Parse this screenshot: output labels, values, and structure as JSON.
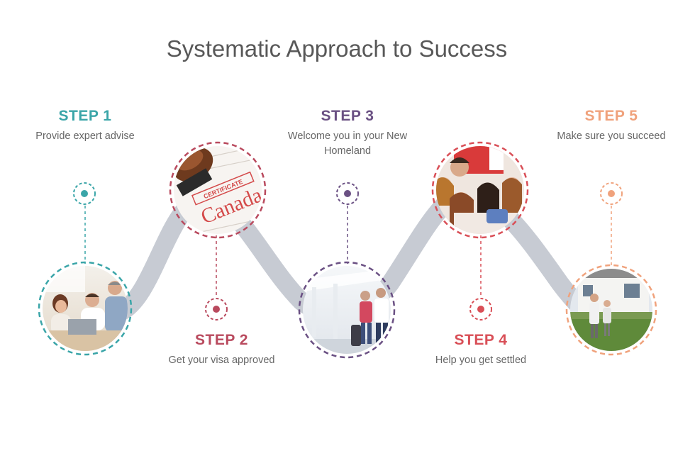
{
  "title": "Systematic Approach to Success",
  "colors": {
    "step1": "#3aa5a8",
    "step2": "#b94a5e",
    "step3": "#6a5083",
    "step4": "#d94f57",
    "step5": "#f0a27c",
    "wave": "#c7cbd3"
  },
  "steps": [
    {
      "label": "STEP 1",
      "desc": "Provide expert advise",
      "photo": "consultation-photo"
    },
    {
      "label": "STEP 2",
      "desc": "Get your visa approved",
      "photo": "visa-stamp-photo",
      "stamp_text": "Canada",
      "stamp_sub": "CERTIFICATE"
    },
    {
      "label": "STEP 3",
      "desc": "Welcome you in your New Homeland",
      "photo": "airport-travel-photo"
    },
    {
      "label": "STEP 4",
      "desc": "Help you get settled",
      "photo": "friends-flag-photo"
    },
    {
      "label": "STEP 5",
      "desc": "Make sure you succeed",
      "photo": "family-house-photo"
    }
  ]
}
